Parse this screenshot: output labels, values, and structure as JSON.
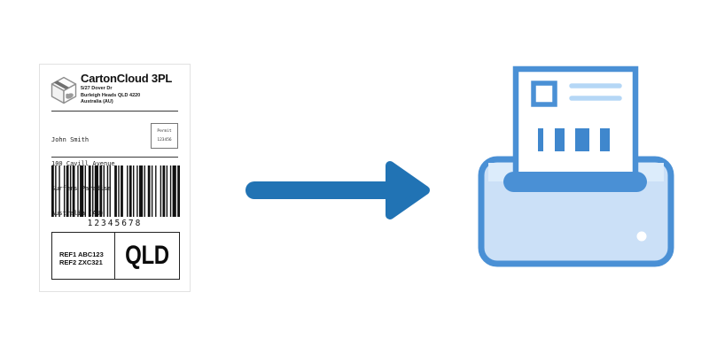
{
  "shipping_label": {
    "company": {
      "name": "CartonCloud 3PL",
      "address_lines": [
        "5/27 Dover Dr",
        "Burleigh Heads QLD 4220",
        "Australia (AU)"
      ]
    },
    "recipient": {
      "lines": [
        "John Smith",
        "100 Cavill Avenue",
        "Surfers Paradise",
        "Australia (AU)"
      ]
    },
    "permit_box": {
      "line1": "Permit",
      "line2": "123456"
    },
    "barcode": {
      "value": "12345678"
    },
    "references": {
      "ref1": "REF1 ABC123",
      "ref2": "REF2 ZXC321"
    },
    "state_code": "QLD"
  },
  "icons": {
    "logo": "carton-box-icon",
    "arrow": "arrow-right-icon",
    "printer": "printer-icon"
  },
  "colors": {
    "arrow_blue": "#2173b4",
    "printer_border_blue": "#4a90d5",
    "printer_body_light_blue": "#cbe0f7",
    "printer_band_blue": "#dcecfb",
    "page_accent_blue": "#3f87cd",
    "page_line_light_blue": "#b5d7f6",
    "barcode_black": "#111111"
  }
}
